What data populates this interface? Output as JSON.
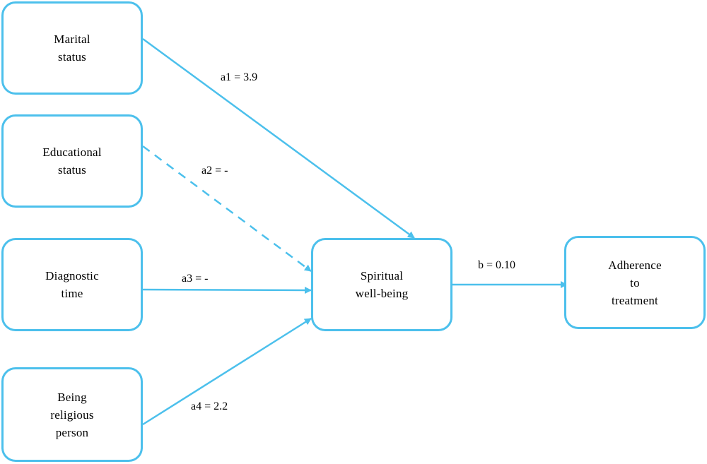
{
  "colors": {
    "accent": "#4cc0ec",
    "text": "#000000",
    "background": "#ffffff"
  },
  "nodes": {
    "marital_status": "Marital\nstatus",
    "educational_status": "Educational\nstatus",
    "diagnostic_time": "Diagnostic\ntime",
    "being_religious_person": "Being\nreligious\nperson",
    "spiritual_well_being": "Spiritual\nwell-being",
    "adherence_to_treatment": "Adherence\nto\ntreatment"
  },
  "edges": {
    "a1": {
      "label": "a1 = 3.9",
      "style": "solid"
    },
    "a2": {
      "label": "a2 = -",
      "style": "dashed"
    },
    "a3": {
      "label": "a3 = -",
      "style": "solid"
    },
    "a4": {
      "label": "a4 = 2.2",
      "style": "solid"
    },
    "b": {
      "label": "b = 0.10",
      "style": "solid"
    }
  }
}
